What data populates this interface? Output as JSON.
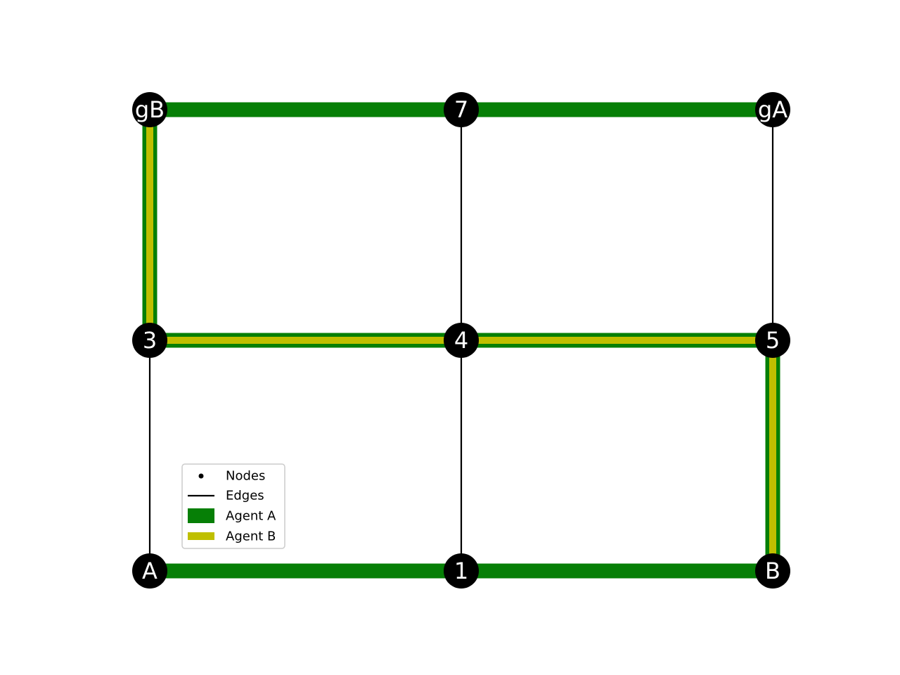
{
  "nodes": [
    {
      "id": "A",
      "label": "A",
      "col": 0,
      "row": 0
    },
    {
      "id": "1",
      "label": "1",
      "col": 1,
      "row": 0
    },
    {
      "id": "B",
      "label": "B",
      "col": 2,
      "row": 0
    },
    {
      "id": "3",
      "label": "3",
      "col": 0,
      "row": 1
    },
    {
      "id": "4",
      "label": "4",
      "col": 1,
      "row": 1
    },
    {
      "id": "5",
      "label": "5",
      "col": 2,
      "row": 1
    },
    {
      "id": "gB",
      "label": "gB",
      "col": 0,
      "row": 2
    },
    {
      "id": "7",
      "label": "7",
      "col": 1,
      "row": 2
    },
    {
      "id": "gA",
      "label": "gA",
      "col": 2,
      "row": 2
    }
  ],
  "edges": [
    [
      "A",
      "1"
    ],
    [
      "1",
      "B"
    ],
    [
      "3",
      "4"
    ],
    [
      "4",
      "5"
    ],
    [
      "gB",
      "7"
    ],
    [
      "7",
      "gA"
    ],
    [
      "A",
      "3"
    ],
    [
      "3",
      "gB"
    ],
    [
      "1",
      "4"
    ],
    [
      "4",
      "7"
    ],
    [
      "B",
      "5"
    ],
    [
      "5",
      "gA"
    ]
  ],
  "paths": {
    "agent_a": [
      "A",
      "1",
      "B",
      "5",
      "4",
      "3",
      "gB",
      "7",
      "gA"
    ],
    "agent_b": [
      "B",
      "5",
      "4",
      "3",
      "gB"
    ]
  },
  "colors": {
    "node": "#000000",
    "edge": "#000000",
    "agent_a": "#067f06",
    "agent_b": "#bfbf00"
  },
  "legend": {
    "nodes": "Nodes",
    "edges": "Edges",
    "agent_a": "Agent A",
    "agent_b": "Agent B"
  }
}
